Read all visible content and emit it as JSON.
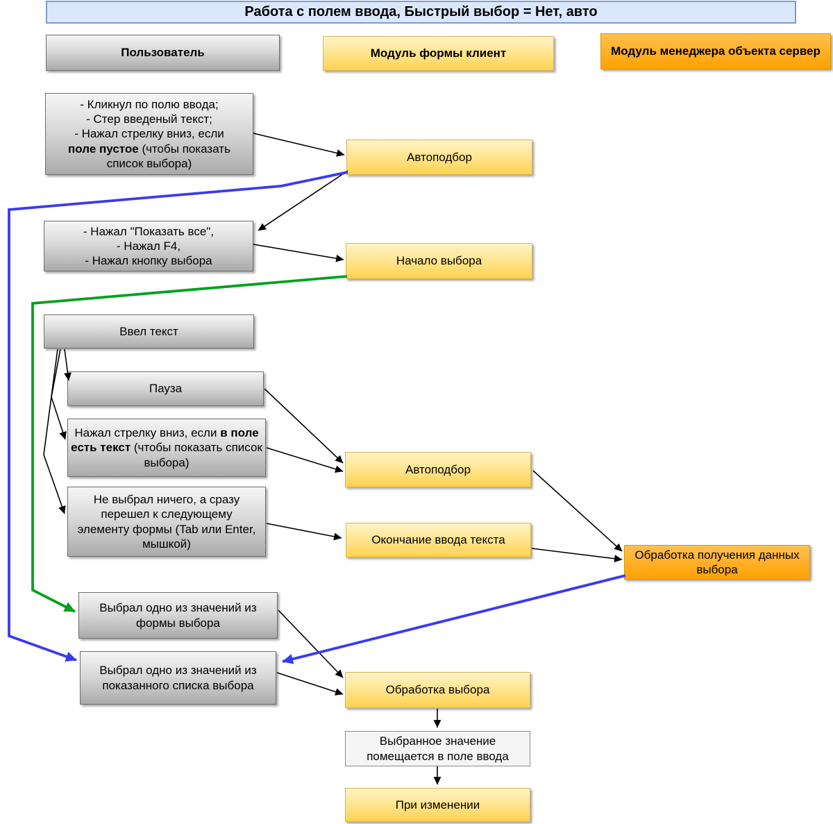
{
  "title": "Работа с полем ввода, Быстрый выбор = Нет, авто",
  "lanes": {
    "user": "Пользователь",
    "client_form_module": "Модуль формы клиент",
    "server_object_manager_module": "Модуль менеджера объекта сервер"
  },
  "nodes": {
    "clicked_input": {
      "line1": "- Кликнул по полю ввода;",
      "line2": "- Стер введеный текст;",
      "line3": "- Нажал стрелку вниз, если",
      "line4_bold": "поле пустое",
      "line4_rest": " (чтобы показать",
      "line5": "список выбора)"
    },
    "show_all": {
      "lines": [
        "- Нажал \"Показать все\",",
        "- Нажал F4,",
        "- Нажал кнопку выбора"
      ]
    },
    "entered_text": {
      "label": "Ввел текст"
    },
    "pause": {
      "label": "Пауза"
    },
    "arrow_down_with_text": {
      "line1": "Нажал стрелку вниз, если ",
      "line1_bold": "в",
      "line2_bold": "поле есть текст",
      "line2_rest": " (чтобы",
      "line3": "показать список выбора)"
    },
    "skipped_selection": {
      "label": "Не выбрал ничего, а сразу перешел к следующему элементу формы (Tab или Enter, мышкой)"
    },
    "picked_from_selection_form": {
      "label": "Выбрал одно из значений из формы выбора"
    },
    "picked_from_dropdown": {
      "label": "Выбрал одно из значений из показанного списка выбора"
    },
    "autoselect_1": {
      "label": "Автоподбор"
    },
    "selection_start": {
      "label": "Начало выбора"
    },
    "autoselect_2": {
      "label": "Автоподбор"
    },
    "text_input_end": {
      "label": "Окончание ввода текста"
    },
    "selection_data_processing": {
      "label": "Обработка получения данных выбора"
    },
    "selection_processing": {
      "label": "Обработка выбора"
    },
    "value_into_field": {
      "label": "Выбранное значение помещается в поле ввода"
    },
    "on_change": {
      "label": "При изменении"
    }
  },
  "edges": [
    {
      "from": "clicked_input",
      "to": "autoselect_1",
      "color": "black"
    },
    {
      "from": "autoselect_1",
      "to": "show_all",
      "color": "black"
    },
    {
      "from": "show_all",
      "to": "selection_start",
      "color": "black"
    },
    {
      "from": "entered_text",
      "to": "pause",
      "color": "black"
    },
    {
      "from": "entered_text",
      "to": "arrow_down_with_text",
      "color": "black"
    },
    {
      "from": "entered_text",
      "to": "skipped_selection",
      "color": "black"
    },
    {
      "from": "pause",
      "to": "autoselect_2",
      "color": "black"
    },
    {
      "from": "arrow_down_with_text",
      "to": "autoselect_2",
      "color": "black"
    },
    {
      "from": "skipped_selection",
      "to": "text_input_end",
      "color": "black"
    },
    {
      "from": "autoselect_2",
      "to": "selection_data_processing",
      "color": "black"
    },
    {
      "from": "text_input_end",
      "to": "selection_data_processing",
      "color": "black"
    },
    {
      "from": "autoselect_1",
      "to": "picked_from_dropdown",
      "color": "blue"
    },
    {
      "from": "selection_data_processing",
      "to": "picked_from_dropdown",
      "color": "blue"
    },
    {
      "from": "selection_start",
      "to": "picked_from_selection_form",
      "color": "green"
    },
    {
      "from": "picked_from_selection_form",
      "to": "selection_processing",
      "color": "black"
    },
    {
      "from": "picked_from_dropdown",
      "to": "selection_processing",
      "color": "black"
    },
    {
      "from": "selection_processing",
      "to": "value_into_field",
      "color": "black"
    },
    {
      "from": "value_into_field",
      "to": "on_change",
      "color": "black"
    }
  ],
  "colors": {
    "edge-black": "#000000",
    "edge-blue": "#3a3af2",
    "edge-green": "#00a21c",
    "title-bg": "#dbe8fc",
    "title-border": "#7e9cc9",
    "lane-user-border": "#6e6e6e",
    "lane-client-border": "#d6b656",
    "lane-server-border": "#d79b00"
  }
}
